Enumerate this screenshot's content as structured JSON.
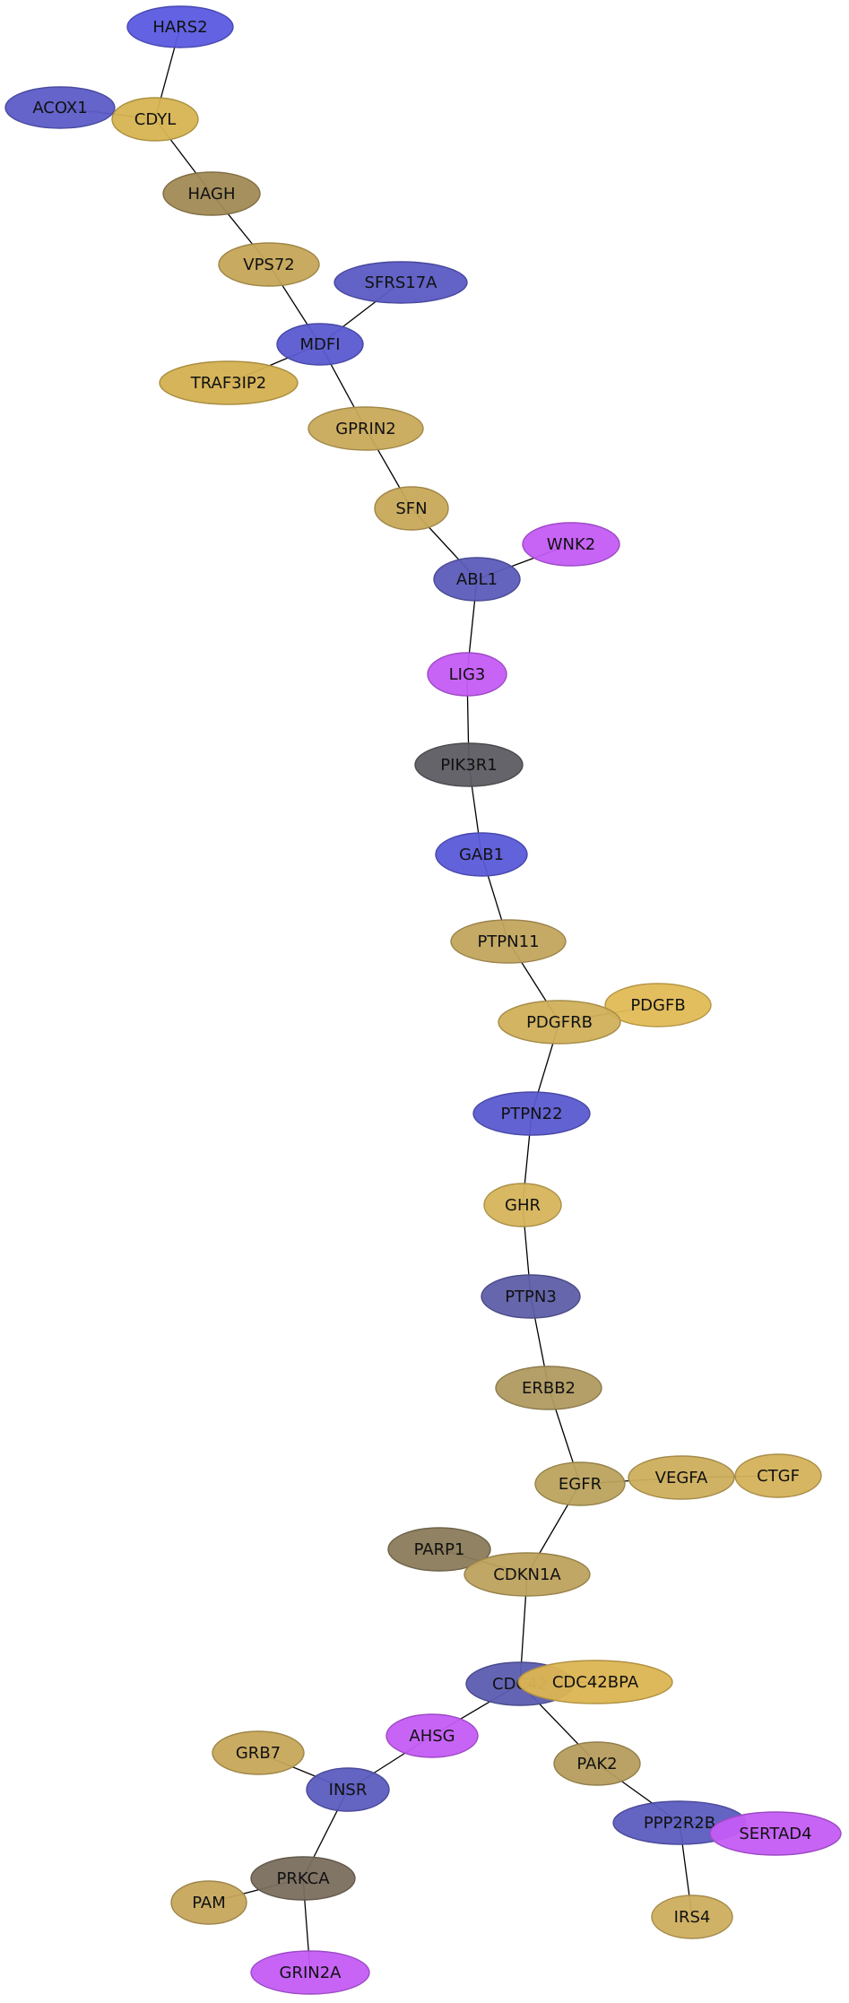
{
  "nodes": [
    {
      "id": "HARS2",
      "label": "HARS2",
      "color": "#5a5ae0"
    },
    {
      "id": "ACOX1",
      "label": "ACOX1",
      "color": "#5c5cc8"
    },
    {
      "id": "CDYL",
      "label": "CDYL",
      "color": "#d6b451"
    },
    {
      "id": "HAGH",
      "label": "HAGH",
      "color": "#a08a55"
    },
    {
      "id": "VPS72",
      "label": "VPS72",
      "color": "#c5a657"
    },
    {
      "id": "SFRS17A",
      "label": "SFRS17A",
      "color": "#5a5ac4"
    },
    {
      "id": "MDFI",
      "label": "MDFI",
      "color": "#5a5ad0"
    },
    {
      "id": "TRAF3IP2",
      "label": "TRAF3IP2",
      "color": "#d4b050"
    },
    {
      "id": "GPRIN2",
      "label": "GPRIN2",
      "color": "#c9aa5a"
    },
    {
      "id": "SFN",
      "label": "SFN",
      "color": "#c8a95a"
    },
    {
      "id": "WNK2",
      "label": "WNK2",
      "color": "#c45cf5"
    },
    {
      "id": "ABL1",
      "label": "ABL1",
      "color": "#5c5cbc"
    },
    {
      "id": "LIG3",
      "label": "LIG3",
      "color": "#c45cf5"
    },
    {
      "id": "PIK3R1",
      "label": "PIK3R1",
      "color": "#5c5c62"
    },
    {
      "id": "GAB1",
      "label": "GAB1",
      "color": "#5a5ad8"
    },
    {
      "id": "PTPN11",
      "label": "PTPN11",
      "color": "#c2a55e"
    },
    {
      "id": "PDGFB",
      "label": "PDGFB",
      "color": "#e2bb55"
    },
    {
      "id": "PDGFRB",
      "label": "PDGFRB",
      "color": "#d0b05a"
    },
    {
      "id": "PTPN22",
      "label": "PTPN22",
      "color": "#5a5ad0"
    },
    {
      "id": "GHR",
      "label": "GHR",
      "color": "#d6b45a"
    },
    {
      "id": "PTPN3",
      "label": "PTPN3",
      "color": "#5e5ea8"
    },
    {
      "id": "ERBB2",
      "label": "ERBB2",
      "color": "#b09a60"
    },
    {
      "id": "VEGFA",
      "label": "VEGFA",
      "color": "#cdae5c"
    },
    {
      "id": "CTGF",
      "label": "CTGF",
      "color": "#d4b25a"
    },
    {
      "id": "EGFR",
      "label": "EGFR",
      "color": "#bca35e"
    },
    {
      "id": "PARP1",
      "label": "PARP1",
      "color": "#8a7b5a"
    },
    {
      "id": "CDKN1A",
      "label": "CDKN1A",
      "color": "#bea25e"
    },
    {
      "id": "CDC42",
      "label": "CDC42",
      "color": "#5c5cb0"
    },
    {
      "id": "CDC42BPA",
      "label": "CDC42BPA",
      "color": "#dcb552"
    },
    {
      "id": "AHSG",
      "label": "AHSG",
      "color": "#c45cf5"
    },
    {
      "id": "GRB7",
      "label": "GRB7",
      "color": "#c6a75a"
    },
    {
      "id": "PAK2",
      "label": "PAK2",
      "color": "#b69d5e"
    },
    {
      "id": "INSR",
      "label": "INSR",
      "color": "#5c5cc0"
    },
    {
      "id": "PPP2R2B",
      "label": "PPP2R2B",
      "color": "#5c5cc0"
    },
    {
      "id": "SERTAD4",
      "label": "SERTAD4",
      "color": "#c45cf5"
    },
    {
      "id": "PRKCA",
      "label": "PRKCA",
      "color": "#7a6e5e"
    },
    {
      "id": "PAM",
      "label": "PAM",
      "color": "#c6a75c"
    },
    {
      "id": "IRS4",
      "label": "IRS4",
      "color": "#cdae5e"
    },
    {
      "id": "GRIN2A",
      "label": "GRIN2A",
      "color": "#c45cf5"
    }
  ],
  "edges": [
    [
      "HARS2",
      "CDYL"
    ],
    [
      "ACOX1",
      "CDYL"
    ],
    [
      "CDYL",
      "HAGH"
    ],
    [
      "HAGH",
      "VPS72"
    ],
    [
      "VPS72",
      "MDFI"
    ],
    [
      "SFRS17A",
      "MDFI"
    ],
    [
      "MDFI",
      "TRAF3IP2"
    ],
    [
      "MDFI",
      "GPRIN2"
    ],
    [
      "GPRIN2",
      "SFN"
    ],
    [
      "SFN",
      "ABL1"
    ],
    [
      "WNK2",
      "ABL1"
    ],
    [
      "ABL1",
      "LIG3"
    ],
    [
      "LIG3",
      "PIK3R1"
    ],
    [
      "PIK3R1",
      "GAB1"
    ],
    [
      "GAB1",
      "PTPN11"
    ],
    [
      "PTPN11",
      "PDGFRB"
    ],
    [
      "PDGFB",
      "PDGFRB"
    ],
    [
      "PDGFRB",
      "PTPN22"
    ],
    [
      "PTPN22",
      "GHR"
    ],
    [
      "GHR",
      "PTPN3"
    ],
    [
      "PTPN3",
      "ERBB2"
    ],
    [
      "ERBB2",
      "EGFR"
    ],
    [
      "EGFR",
      "VEGFA"
    ],
    [
      "VEGFA",
      "CTGF"
    ],
    [
      "EGFR",
      "CDKN1A"
    ],
    [
      "PARP1",
      "CDKN1A"
    ],
    [
      "CDKN1A",
      "CDC42"
    ],
    [
      "CDC42",
      "CDC42BPA"
    ],
    [
      "CDC42",
      "AHSG"
    ],
    [
      "CDC42",
      "PAK2"
    ],
    [
      "AHSG",
      "INSR"
    ],
    [
      "GRB7",
      "INSR"
    ],
    [
      "INSR",
      "PRKCA"
    ],
    [
      "PAK2",
      "PPP2R2B"
    ],
    [
      "PPP2R2B",
      "SERTAD4"
    ],
    [
      "PPP2R2B",
      "IRS4"
    ],
    [
      "PRKCA",
      "PAM"
    ],
    [
      "PRKCA",
      "GRIN2A"
    ]
  ]
}
